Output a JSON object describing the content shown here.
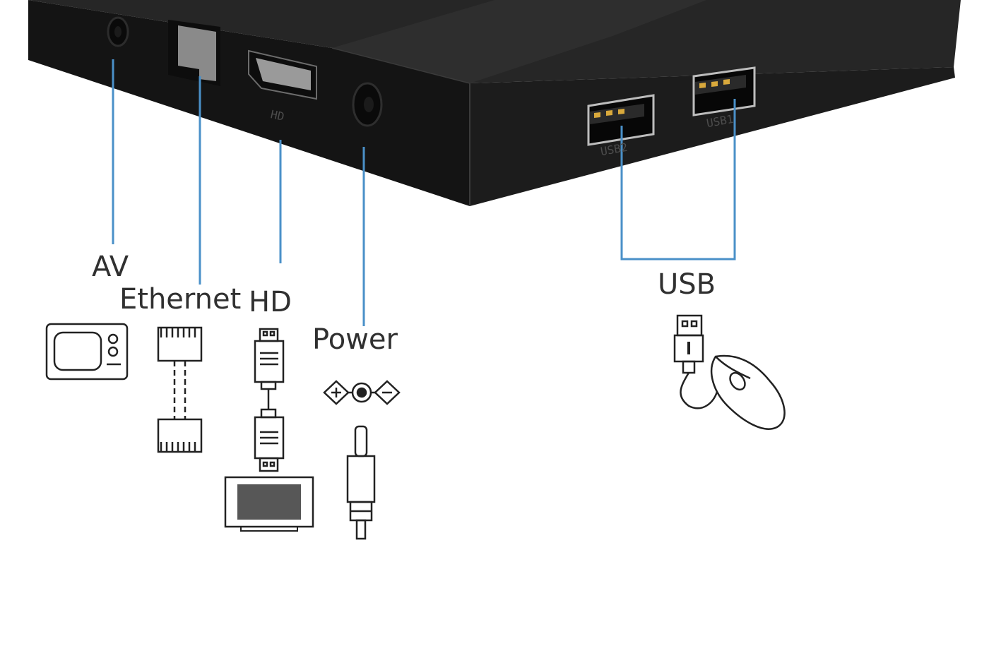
{
  "labels": {
    "av": "AV",
    "ethernet": "Ethernet",
    "hd": "HD",
    "power": "Power",
    "usb": "USB"
  },
  "port_markings": {
    "hd": "HD",
    "usb2": "USB2",
    "usb1": "USB1"
  },
  "colors": {
    "box": "#151515",
    "box_front": "#1e1e1e",
    "leader_line": "#4a90c8",
    "icon_stroke": "#222222",
    "label_text": "#303030"
  },
  "icons": [
    "tv-icon",
    "ethernet-cable-icon",
    "hdmi-cable-icon",
    "monitor-icon",
    "polarity-icon",
    "dc-plug-icon",
    "usb-plug-icon",
    "mouse-icon"
  ]
}
